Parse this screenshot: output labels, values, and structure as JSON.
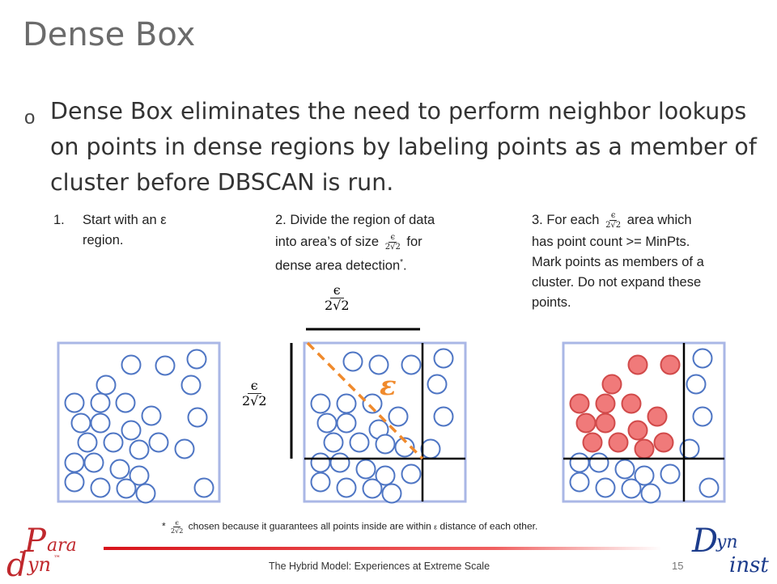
{
  "slide": {
    "title": "Dense Box",
    "bullet_marker": "o",
    "bullet_text": "Dense Box eliminates the need to perform neighbor lookups on points in dense regions by labeling points as a member of cluster before DBSCAN is run."
  },
  "steps": {
    "step1_number": "1.",
    "step1_text": "Start with an ε",
    "step1_text2": "region.",
    "step2_text_a": "2. Divide the region of data",
    "step2_text_b": "into area’s of size",
    "step2_text_c": "for",
    "step2_text_d": "dense area detection",
    "step2_star": "*",
    "step2_period": ".",
    "step3_text_a": "3. For each",
    "step3_text_b": "area which",
    "step3_lines": [
      "has point count >= MinPts.",
      "Mark points as members of a",
      "cluster. Do not expand these",
      "points."
    ]
  },
  "fraction": {
    "numerator": "ϵ",
    "denominator": "2√2"
  },
  "diagram": {
    "epsilon_label": "ε",
    "colors": {
      "box_border": "#aab7e6",
      "point_border": "#4f76c4",
      "dense_fill": "#f07a7a",
      "epsilon_line": "#f08a2c",
      "grid": "#000000"
    }
  },
  "footnote": {
    "star": "*",
    "text": "chosen because it guarantees all points inside are within",
    "eps": "ε",
    "text2": "distance of each other."
  },
  "footer": {
    "text": "The Hybrid Model: Experiences at Extreme Scale",
    "page_number": "15"
  },
  "logos": {
    "left": {
      "p": "P",
      "ara": "ara",
      "d": "d",
      "yn": "yn",
      "tm": "™"
    },
    "right": {
      "d": "D",
      "yn": "yn",
      "inst": "inst"
    }
  }
}
